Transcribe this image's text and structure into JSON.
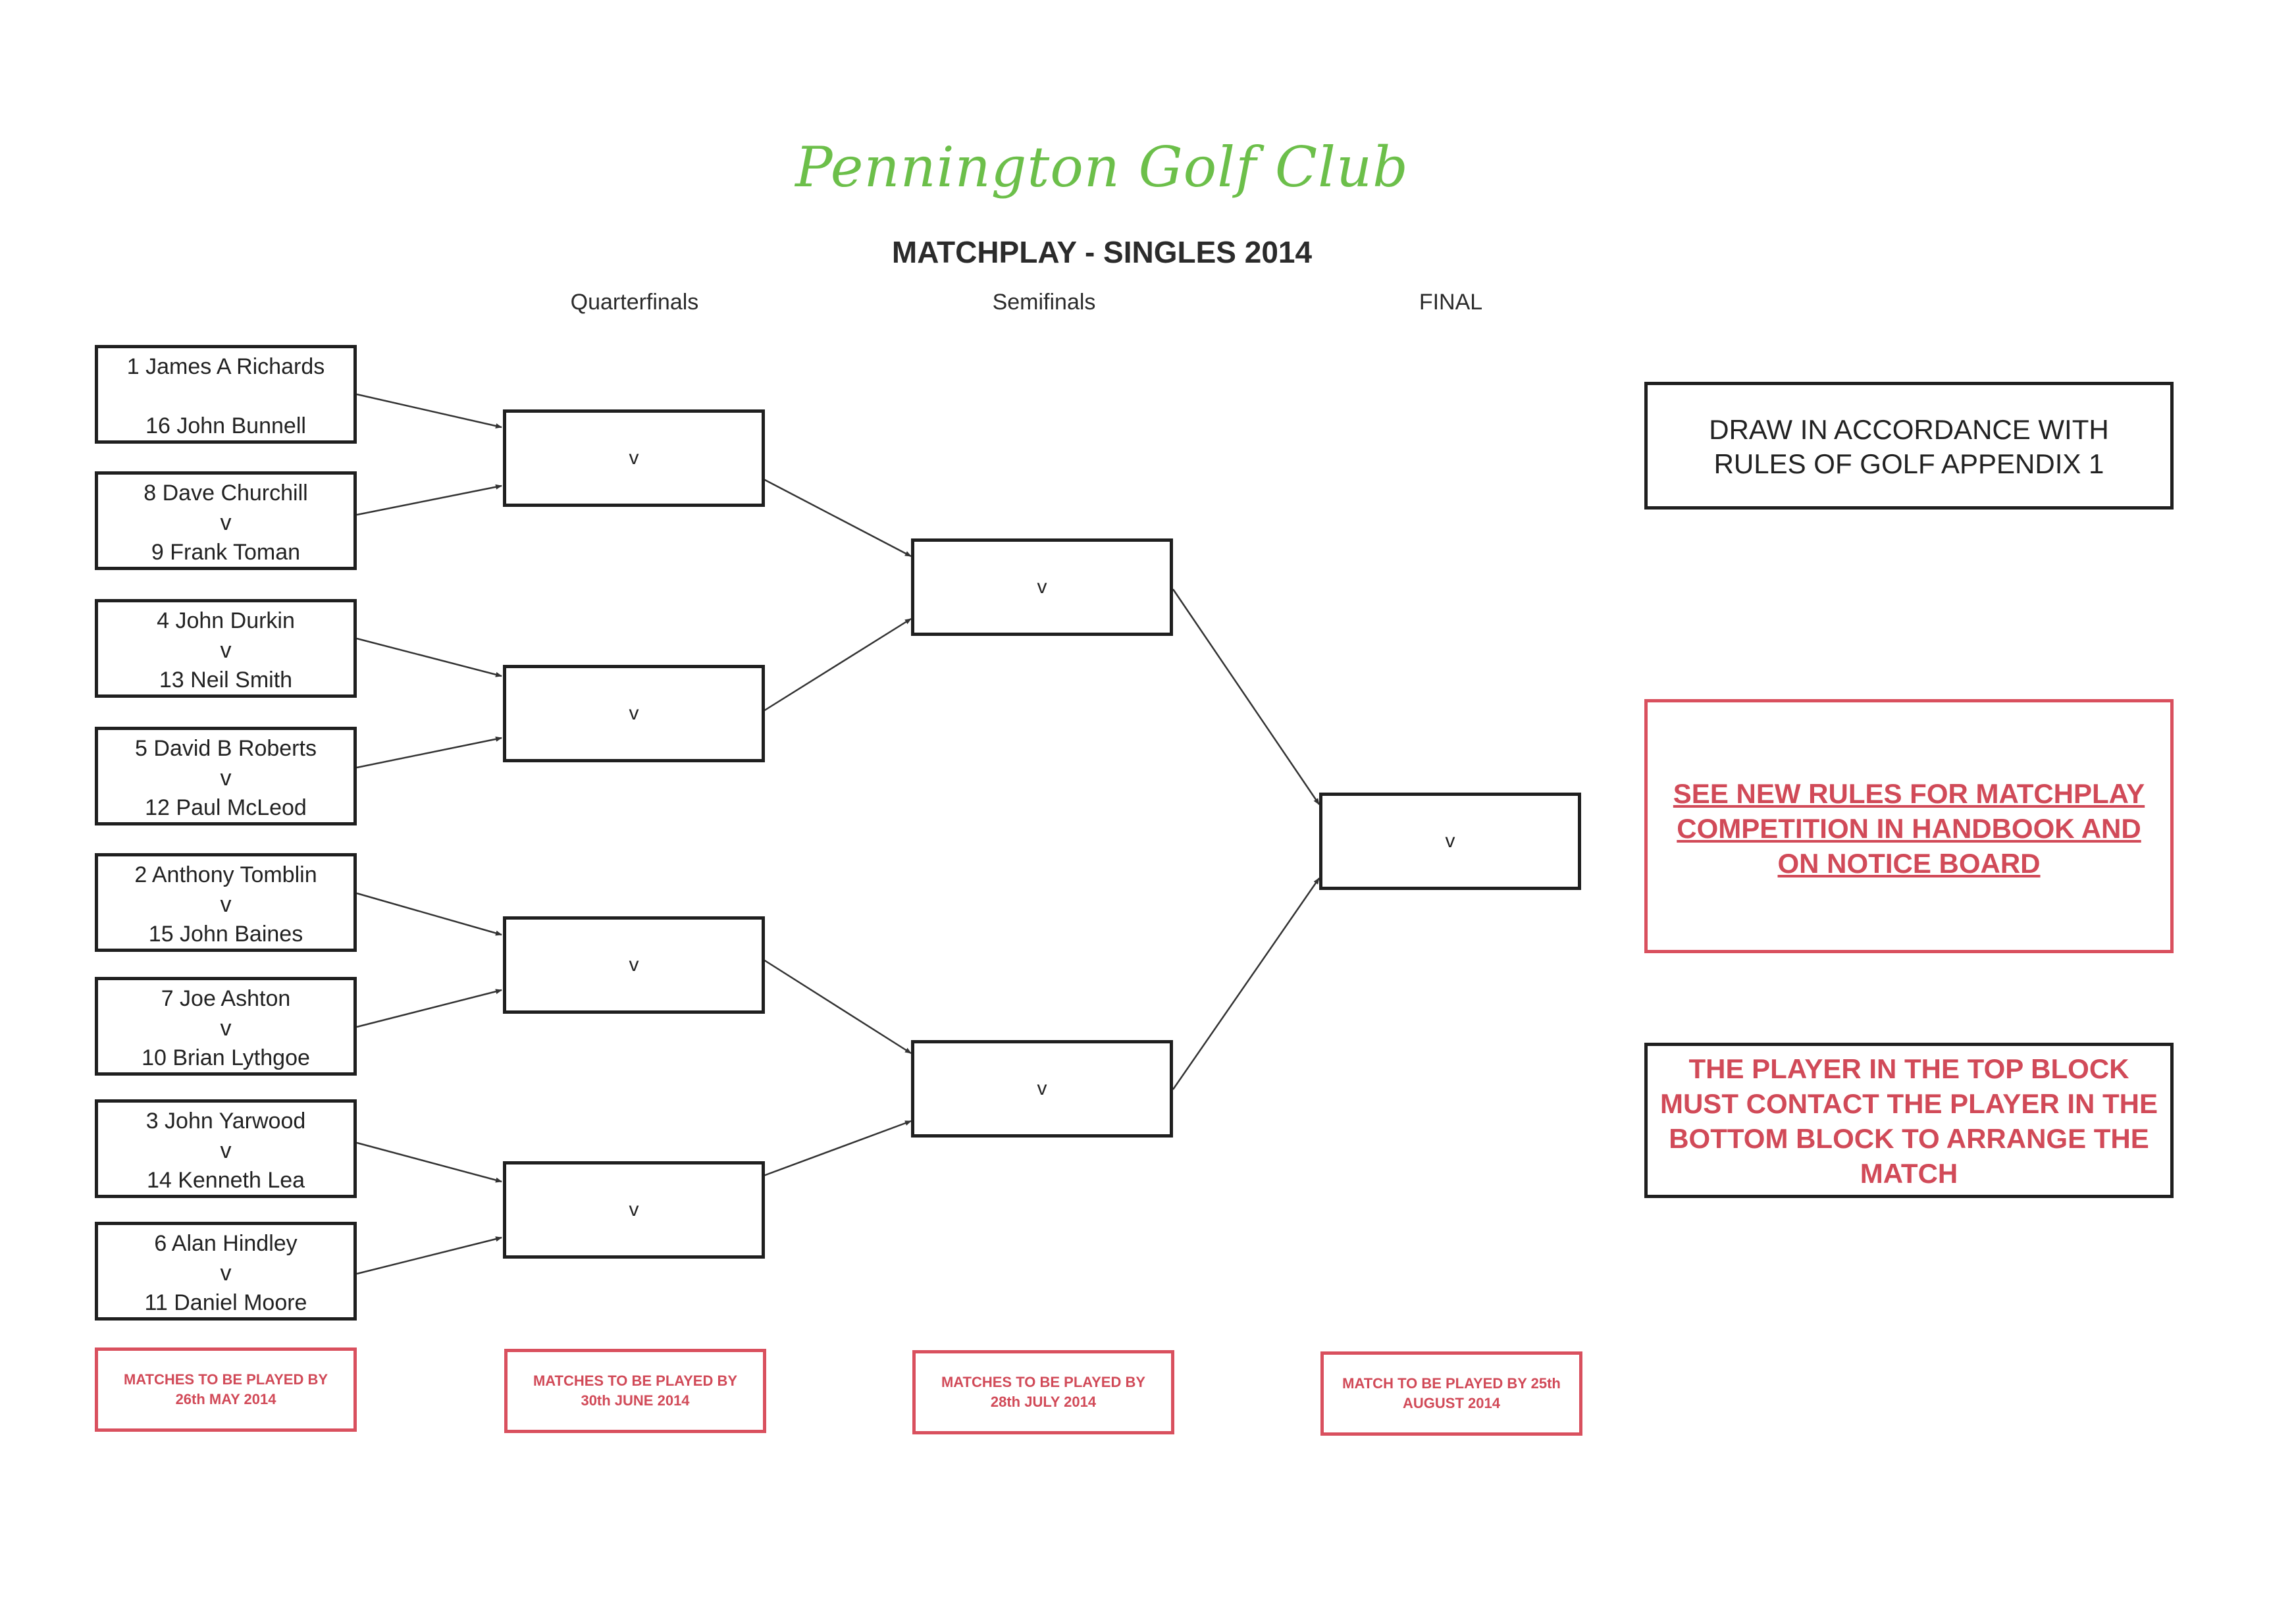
{
  "header": {
    "club_name": "Pennington Golf Club",
    "subtitle": "MATCHPLAY - SINGLES 2014"
  },
  "rounds": {
    "quarterfinals": "Quarterfinals",
    "semifinals": "Semifinals",
    "final": "FINAL"
  },
  "first_round": [
    {
      "top": "1 James A Richards",
      "vs": "",
      "bottom": "16 John Bunnell"
    },
    {
      "top": "8 Dave Churchill",
      "vs": "v",
      "bottom": "9 Frank Toman"
    },
    {
      "top": "4 John Durkin",
      "vs": "v",
      "bottom": "13 Neil Smith"
    },
    {
      "top": "5 David B Roberts",
      "vs": "v",
      "bottom": "12 Paul McLeod"
    },
    {
      "top": "2 Anthony Tomblin",
      "vs": "v",
      "bottom": "15 John Baines"
    },
    {
      "top": "7 Joe Ashton",
      "vs": "v",
      "bottom": "10 Brian Lythgoe"
    },
    {
      "top": "3 John Yarwood",
      "vs": "v",
      "bottom": "14 Kenneth Lea"
    },
    {
      "top": "6 Alan Hindley",
      "vs": "v",
      "bottom": "11 Daniel Moore"
    }
  ],
  "quarterfinal_matches": [
    "v",
    "v",
    "v",
    "v"
  ],
  "semifinal_matches": [
    "v",
    "v"
  ],
  "final_match": "v",
  "deadlines": {
    "first_round": "MATCHES TO BE PLAYED BY 26th MAY 2014",
    "quarterfinals": "MATCHES TO BE PLAYED BY 30th JUNE 2014",
    "semifinals": "MATCHES TO BE PLAYED BY 28th JULY 2014",
    "final": "MATCH TO BE PLAYED BY 25th AUGUST 2014"
  },
  "notes": {
    "draw_rules": "DRAW IN ACCORDANCE WITH RULES OF GOLF APPENDIX 1",
    "new_rules": "SEE NEW RULES FOR MATCHPLAY COMPETITION IN HANDBOOK AND ON NOTICE BOARD",
    "contact_rule": "THE PLAYER IN THE TOP BLOCK MUST CONTACT THE PLAYER IN THE BOTTOM BLOCK TO ARRANGE THE MATCH"
  },
  "colors": {
    "title_green": "#6cbf4a",
    "accent_red": "#d14a58",
    "border": "#1f1f1f"
  }
}
